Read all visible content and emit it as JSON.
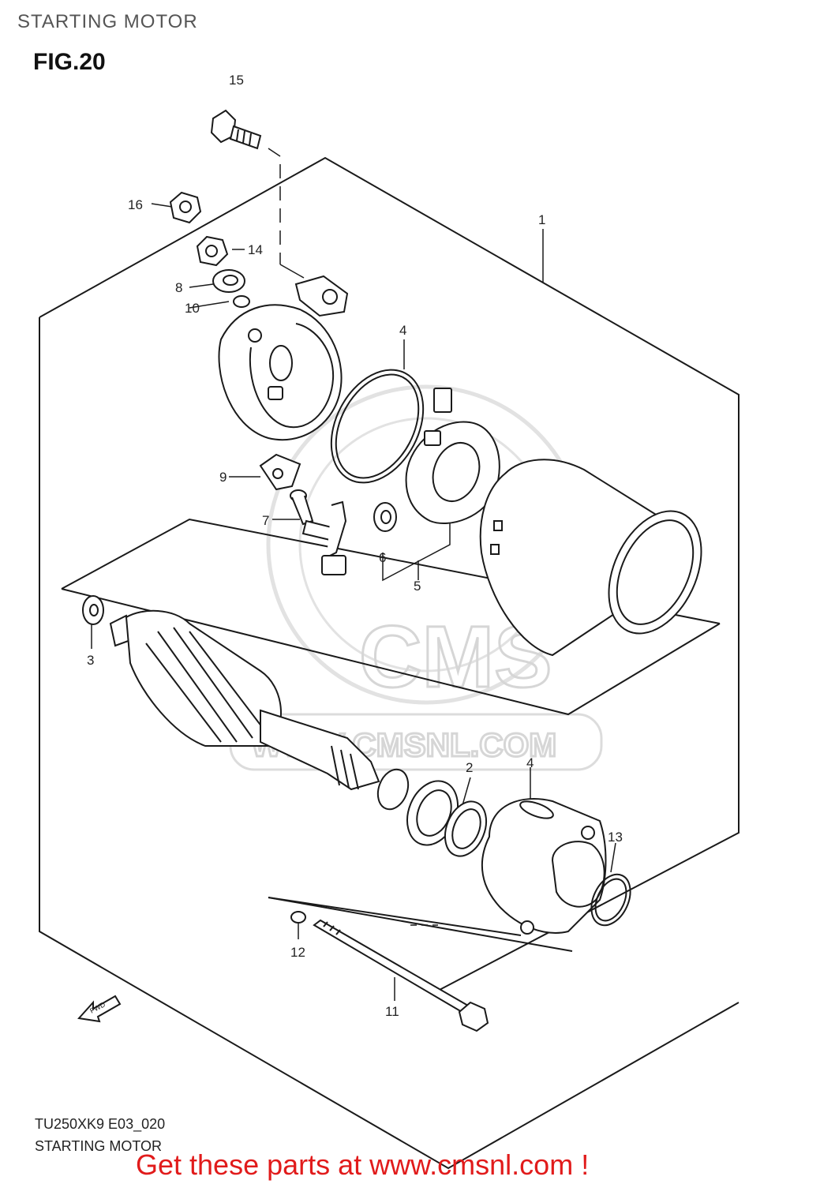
{
  "header": {
    "title": "STARTING MOTOR",
    "figure": "FIG.20"
  },
  "watermark": {
    "logo_text": "CMS",
    "site_text": "WWW.CMSNL.COM"
  },
  "parts": [
    {
      "ref": "1"
    },
    {
      "ref": "2"
    },
    {
      "ref": "3"
    },
    {
      "ref": "4"
    },
    {
      "ref": "4"
    },
    {
      "ref": "5"
    },
    {
      "ref": "6"
    },
    {
      "ref": "7"
    },
    {
      "ref": "8"
    },
    {
      "ref": "9"
    },
    {
      "ref": "10"
    },
    {
      "ref": "11"
    },
    {
      "ref": "12"
    },
    {
      "ref": "13"
    },
    {
      "ref": "14"
    },
    {
      "ref": "15"
    },
    {
      "ref": "16"
    }
  ],
  "fwd_arrow_label": "FWD",
  "footer": {
    "code": "TU250XK9 E03_020",
    "title": "STARTING MOTOR",
    "cta": "Get these parts at www.cmsnl.com !"
  },
  "colors": {
    "line": "#1a1a1a",
    "watermark": "#d6d6d6",
    "cta": "#e11b1b"
  }
}
